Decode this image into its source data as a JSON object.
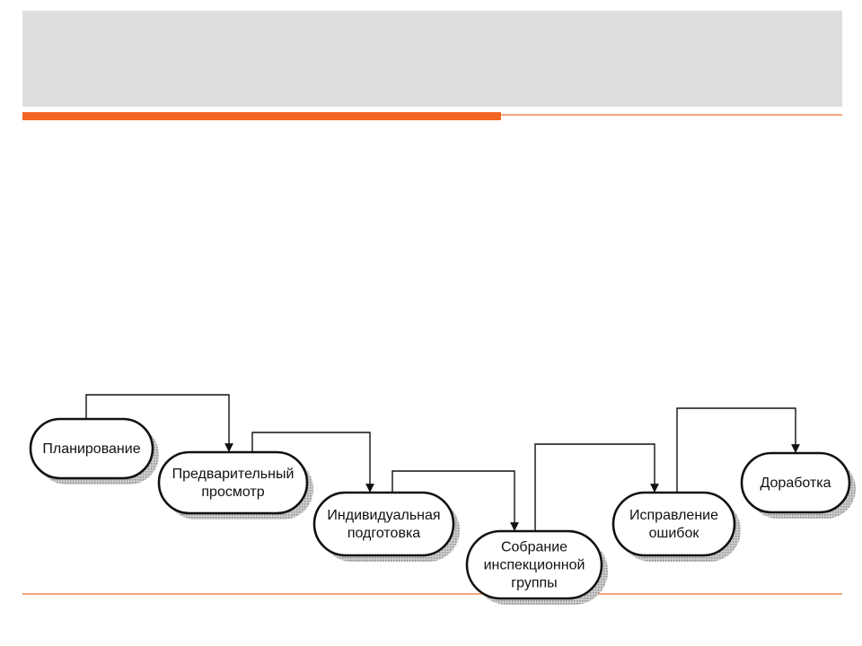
{
  "slide": {
    "accent_color": "#f26522",
    "band_color": "#dedede"
  },
  "diagram": {
    "nodes": [
      {
        "id": "planning",
        "lines": [
          "Планирование"
        ]
      },
      {
        "id": "preview",
        "lines": [
          "Предварительный",
          "просмотр"
        ]
      },
      {
        "id": "preparation",
        "lines": [
          "Индивидуальная",
          "подготовка"
        ]
      },
      {
        "id": "meeting",
        "lines": [
          "Собрание",
          "инспекционной",
          "группы"
        ]
      },
      {
        "id": "fixing",
        "lines": [
          "Исправление",
          "ошибок"
        ]
      },
      {
        "id": "rework",
        "lines": [
          "Доработка"
        ]
      }
    ],
    "edges": [
      {
        "from": "planning",
        "to": "preview"
      },
      {
        "from": "preview",
        "to": "preparation"
      },
      {
        "from": "preparation",
        "to": "meeting"
      },
      {
        "from": "meeting",
        "to": "fixing"
      },
      {
        "from": "fixing",
        "to": "rework"
      }
    ]
  }
}
